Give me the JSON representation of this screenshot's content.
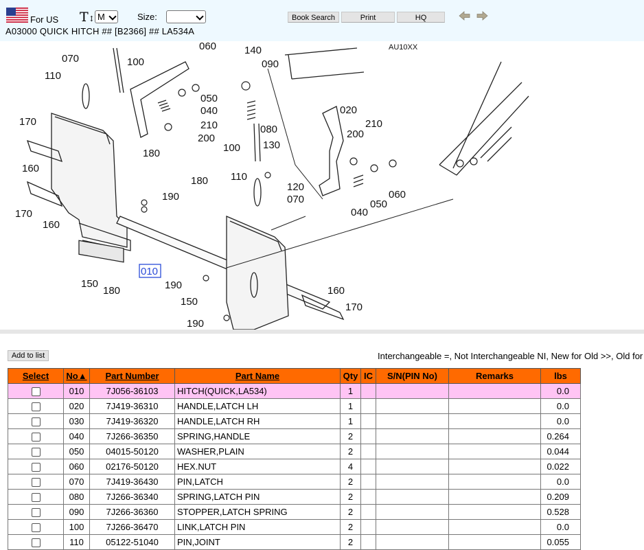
{
  "header": {
    "region_label": "For US",
    "text_size_value": "M",
    "size_label": "Size:",
    "size_value": "",
    "book_search_label": "Book Search",
    "print_label": "Print",
    "hq_label": "HQ",
    "title": "A03000 QUICK HITCH ## [B2366] ## LA534A"
  },
  "diagram": {
    "labels": [
      "070",
      "110",
      "100",
      "060",
      "050",
      "040",
      "210",
      "200",
      "180",
      "170",
      "160",
      "170",
      "160",
      "190",
      "010",
      "190",
      "150",
      "180",
      "150",
      "190",
      "140",
      "090",
      "080",
      "100",
      "130",
      "110",
      "180",
      "120",
      "070",
      "020",
      "200",
      "210",
      "060",
      "050",
      "040",
      "160",
      "170",
      "AU10XX"
    ],
    "highlighted": "010"
  },
  "list_controls": {
    "add_to_list_label": "Add to list",
    "legend": "Interchangeable =, Not Interchangeable NI, New for Old >>, Old for"
  },
  "table": {
    "headers": [
      "Select",
      "No▲",
      "Part Number",
      "Part Name",
      "Qty",
      "IC",
      "S/N(PIN No)",
      "Remarks",
      "lbs"
    ],
    "rows": [
      {
        "no": "010",
        "part_number": "7J056-36103",
        "part_name": "HITCH(QUICK,LA534)",
        "qty": "1",
        "ic": "",
        "sn": "",
        "remarks": "",
        "lbs": "0.0"
      },
      {
        "no": "020",
        "part_number": "7J419-36310",
        "part_name": "HANDLE,LATCH LH",
        "qty": "1",
        "ic": "",
        "sn": "",
        "remarks": "",
        "lbs": "0.0"
      },
      {
        "no": "030",
        "part_number": "7J419-36320",
        "part_name": "HANDLE,LATCH RH",
        "qty": "1",
        "ic": "",
        "sn": "",
        "remarks": "",
        "lbs": "0.0"
      },
      {
        "no": "040",
        "part_number": "7J266-36350",
        "part_name": "SPRING,HANDLE",
        "qty": "2",
        "ic": "",
        "sn": "",
        "remarks": "",
        "lbs": "0.264"
      },
      {
        "no": "050",
        "part_number": "04015-50120",
        "part_name": "WASHER,PLAIN",
        "qty": "2",
        "ic": "",
        "sn": "",
        "remarks": "",
        "lbs": "0.044"
      },
      {
        "no": "060",
        "part_number": "02176-50120",
        "part_name": "HEX.NUT",
        "qty": "4",
        "ic": "",
        "sn": "",
        "remarks": "",
        "lbs": "0.022"
      },
      {
        "no": "070",
        "part_number": "7J419-36430",
        "part_name": "PIN,LATCH",
        "qty": "2",
        "ic": "",
        "sn": "",
        "remarks": "",
        "lbs": "0.0"
      },
      {
        "no": "080",
        "part_number": "7J266-36340",
        "part_name": "SPRING,LATCH PIN",
        "qty": "2",
        "ic": "",
        "sn": "",
        "remarks": "",
        "lbs": "0.209"
      },
      {
        "no": "090",
        "part_number": "7J266-36360",
        "part_name": "STOPPER,LATCH SPRING",
        "qty": "2",
        "ic": "",
        "sn": "",
        "remarks": "",
        "lbs": "0.528"
      },
      {
        "no": "100",
        "part_number": "7J266-36470",
        "part_name": "LINK,LATCH PIN",
        "qty": "2",
        "ic": "",
        "sn": "",
        "remarks": "",
        "lbs": "0.0"
      },
      {
        "no": "110",
        "part_number": "05122-51040",
        "part_name": "PIN,JOINT",
        "qty": "2",
        "ic": "",
        "sn": "",
        "remarks": "",
        "lbs": "0.055"
      }
    ]
  },
  "colors": {
    "header_bg": "#ff6a00",
    "selected_row": "#ffc4f4",
    "topbar_bg": "#eef9ff"
  }
}
